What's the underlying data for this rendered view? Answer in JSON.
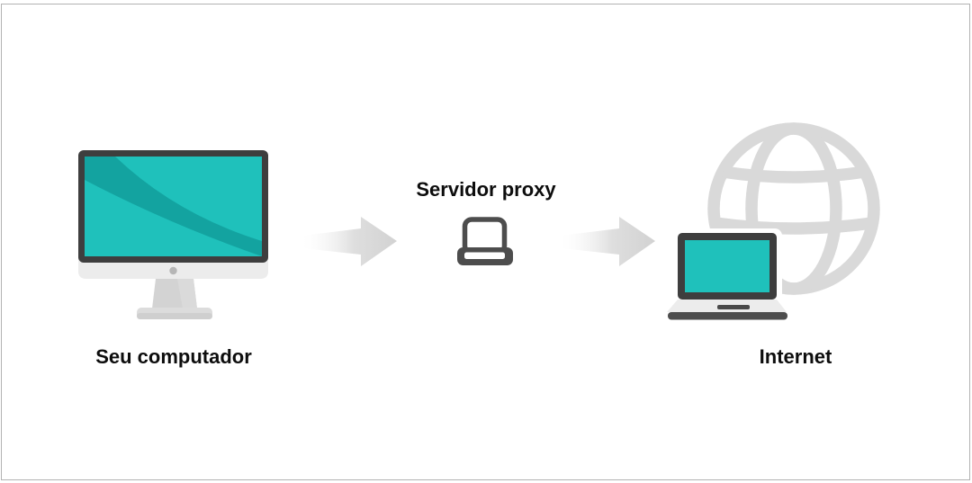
{
  "page": {
    "background_color": "#ffffff",
    "frame_border_color": "#b2b2b2"
  },
  "colors": {
    "teal": "#1fc1bb",
    "teal_shade": "#13a3a0",
    "dark_frame": "#3e3e3e",
    "outline_dark": "#4d4d4d",
    "icon_gray": "#d9d9d9",
    "arrow_gray": "#d2d2d2",
    "light_gray": "#ececec",
    "stand_gray": "#d3d3d3",
    "text": "#0d0d0d"
  },
  "diagram": {
    "nodes": [
      {
        "id": "computer",
        "label": "Seu computador",
        "icon": "desktop-computer-icon"
      },
      {
        "id": "proxy",
        "label": "Servidor proxy",
        "icon": "proxy-laptop-outline-icon"
      },
      {
        "id": "internet",
        "label": "Internet",
        "icon": "laptop-with-globe-icon"
      }
    ],
    "connections": [
      {
        "from": "computer",
        "to": "proxy",
        "type": "block-arrow-right"
      },
      {
        "from": "proxy",
        "to": "internet",
        "type": "block-arrow-right"
      }
    ]
  }
}
